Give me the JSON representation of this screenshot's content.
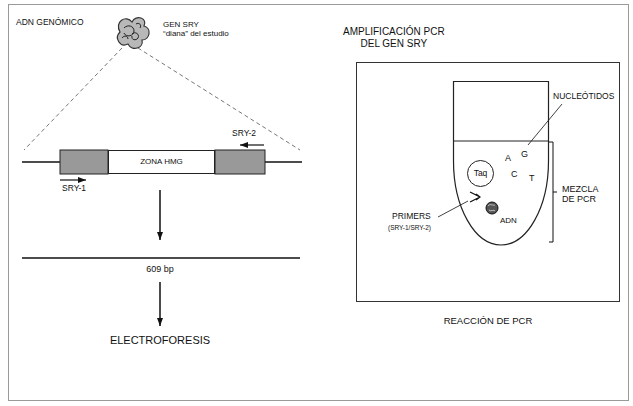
{
  "diagram": {
    "nodes": [
      {
        "text": [
          "ZONA HMG"
        ]
      },
      {
        "text": [
          "AMPLIFICACIÓN PCR DEL GEN SRY"
        ]
      },
      {
        "text": [
          "A",
          "G",
          "C",
          "T"
        ],
        "in": 1
      },
      {
        "text": [
          "Taq"
        ],
        "in": 2
      }
    ],
    "labels": [
      "ADN GENÓMICO",
      "GEN SRY “diana” del estudio",
      "SRY-2",
      "SRY-1",
      "609 bp",
      "ELECTROFORESIS",
      "NUCLEÓTIDOS",
      "MEZCLA DE PCR",
      "PRIMERS",
      "(SRY-1/SRY-2)",
      "ADN",
      "REACCIÓN DE PCR"
    ]
  }
}
